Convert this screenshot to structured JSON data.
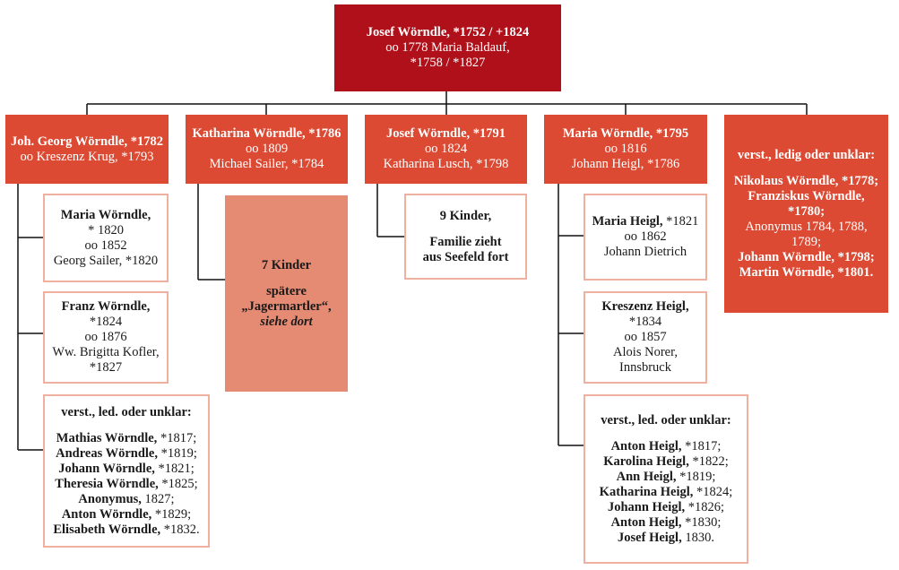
{
  "root": {
    "line1": "Josef Wörndle, *1752 / +1824",
    "line2": "oo 1778 Maria Baldauf,",
    "line3": "*1758 / *1827"
  },
  "children": [
    {
      "name": "Joh. Georg Wörndle, *1782",
      "line2": "oo Kreszenz Krug, *1793"
    },
    {
      "name": "Katharina Wörndle, *1786",
      "line2": "oo 1809",
      "line3": "Michael Sailer, *1784"
    },
    {
      "name": "Josef Wörndle, *1791",
      "line2": "oo 1824",
      "line3": "Katharina Lusch,  *1798"
    },
    {
      "name": "Maria Wörndle, *1795",
      "line2": "oo 1816",
      "line3": "Johann Heigl, *1786"
    }
  ],
  "unclear_children": {
    "header": "verst., ledig oder unklar:",
    "l1": "Nikolaus Wörndle, *1778;",
    "l2": "Franziskus Wörndle,",
    "l3": "*1780;",
    "l4": "Anonymus 1784, 1788,",
    "l5": "1789;",
    "l6": "Johann Wörndle,  *1798;",
    "l7": "Martin Wörndle, *1801."
  },
  "georg_kids": {
    "maria": {
      "name": "Maria Wörndle,",
      "l2": "* 1820",
      "l3": "oo 1852",
      "l4": "Georg Sailer, *1820"
    },
    "franz": {
      "name": "Franz Wörndle,",
      "l2": "*1824",
      "l3": "oo 1876",
      "l4": "Ww. Brigitta Kofler,",
      "l5": "*1827"
    },
    "unclear": {
      "header": "verst., led. oder unklar:",
      "rows": [
        {
          "n": "Mathias Wörndle,",
          "d": " *1817;"
        },
        {
          "n": "Andreas Wörndle,",
          "d": " *1819;"
        },
        {
          "n": "Johann Wörndle,",
          "d": " *1821;"
        },
        {
          "n": "Theresia Wörndle,",
          "d": " *1825;"
        },
        {
          "n": "Anonymus,",
          "d": " 1827;"
        },
        {
          "n": "Anton Wörndle,",
          "d": " *1829;"
        },
        {
          "n": "Elisabeth Wörndle,",
          "d": " *1832."
        }
      ]
    }
  },
  "katharina_kids": {
    "l1": "7 Kinder",
    "l2": "spätere",
    "l3": "„Jagermartler“,",
    "l4": "siehe dort"
  },
  "josef_kids": {
    "l1": "9 Kinder,",
    "l2": "Familie zieht",
    "l3": "aus Seefeld fort"
  },
  "maria_kids": {
    "maria": {
      "name": "Maria Heigl,",
      "d": " *1821",
      "l2": "oo 1862",
      "l3": "Johann Dietrich"
    },
    "kreszenz": {
      "name": "Kreszenz Heigl,",
      "l2": "*1834",
      "l3": "oo 1857",
      "l4": "Alois Norer,",
      "l5": "Innsbruck"
    },
    "unclear": {
      "header": "verst., led. oder unklar:",
      "rows": [
        {
          "n": "Anton Heigl,",
          "d": " *1817;"
        },
        {
          "n": "Karolina Heigl,",
          "d": " *1822;"
        },
        {
          "n": "Ann Heigl,",
          "d": " *1819;"
        },
        {
          "n": "Katharina Heigl,",
          "d": " *1824;"
        },
        {
          "n": "Johann Heigl,",
          "d": " *1826;"
        },
        {
          "n": "Anton Heigl,",
          "d": " *1830;"
        },
        {
          "n": "Josef Heigl,",
          "d": " 1830."
        }
      ]
    }
  }
}
